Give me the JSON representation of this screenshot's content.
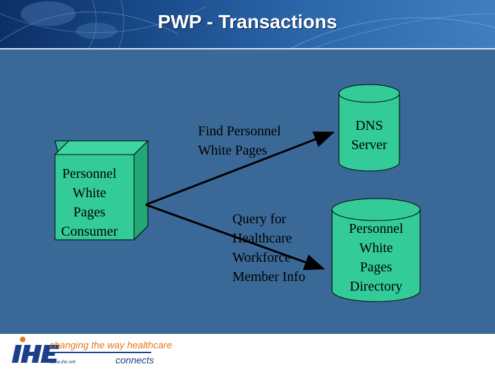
{
  "slide": {
    "title": "PWP - Transactions"
  },
  "diagram": {
    "consumer": {
      "label_lines": [
        "Personnel",
        "White",
        "Pages",
        "Consumer"
      ]
    },
    "dns_server": {
      "label_lines": [
        "DNS",
        "Server"
      ]
    },
    "directory": {
      "label_lines": [
        "Personnel",
        "White",
        "Pages",
        "Directory"
      ]
    },
    "transaction_find": {
      "label_lines": [
        "Find Personnel",
        "White Pages"
      ]
    },
    "transaction_query": {
      "label_lines": [
        "Query for",
        "Healthcare",
        "Workforce",
        "Member Info"
      ]
    },
    "colors": {
      "shape_fill": "#33cc99",
      "background": "#3a6998",
      "header": "#1a4a8a"
    }
  },
  "footer": {
    "logo_text": "IHE",
    "tagline": "changing the way healthcare",
    "tagline_end": "connects",
    "website": "www.ihe.net"
  }
}
